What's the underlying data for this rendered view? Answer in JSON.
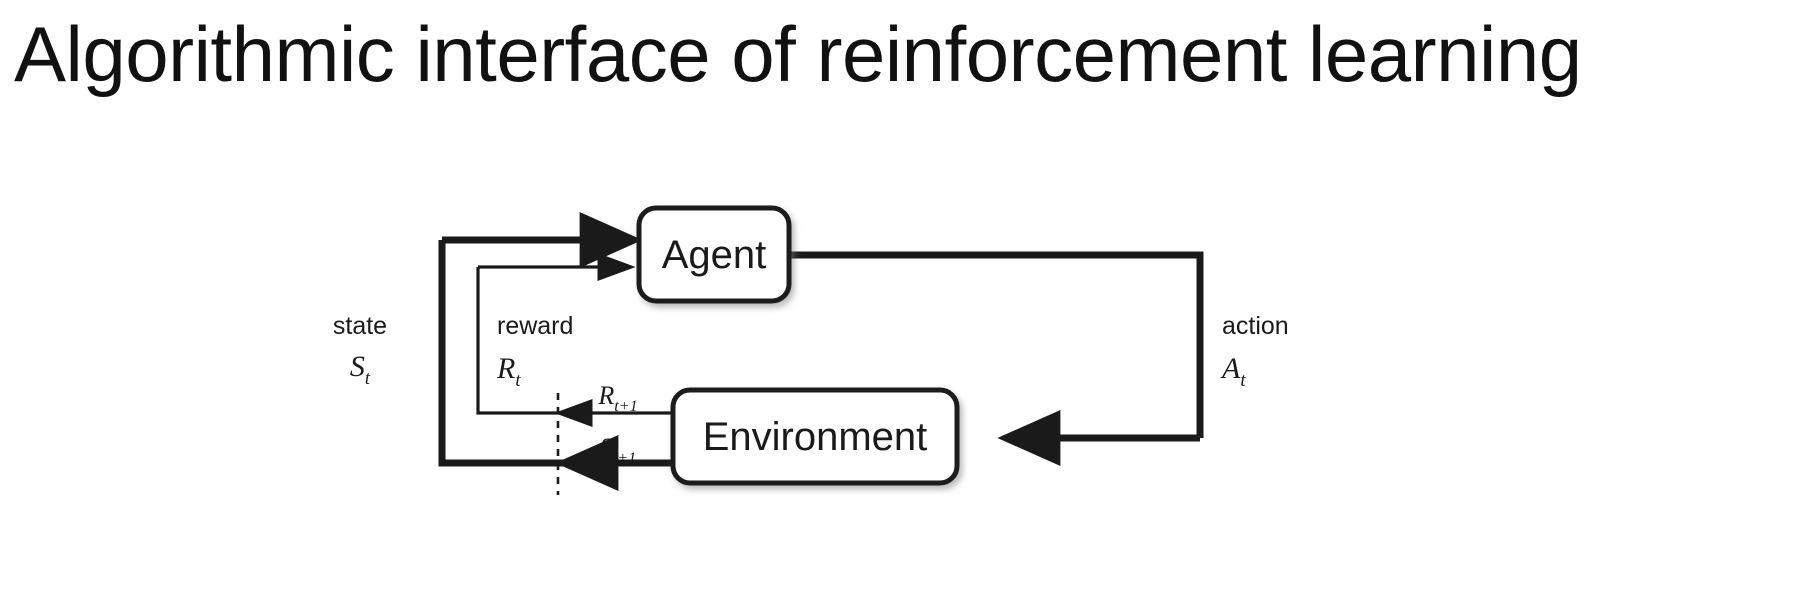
{
  "slide": {
    "title": "Algorithmic interface of reinforcement learning",
    "background_color": "#ffffff",
    "ink_color": "#1a1a1a"
  },
  "diagram": {
    "type": "agent-environment-interaction-loop",
    "nodes": [
      {
        "id": "agent",
        "label": "Agent"
      },
      {
        "id": "environment",
        "label": "Environment"
      }
    ],
    "edges": [
      {
        "id": "state-to-agent",
        "from": "environment",
        "to": "agent",
        "name": "state",
        "symbol_base": "S",
        "symbol_sub": "t",
        "stroke": "thick"
      },
      {
        "id": "reward-to-agent",
        "from": "environment",
        "to": "agent",
        "name": "reward",
        "symbol_base": "R",
        "symbol_sub": "t",
        "stroke": "thin"
      },
      {
        "id": "action-to-environment",
        "from": "agent",
        "to": "environment",
        "name": "action",
        "symbol_base": "A",
        "symbol_sub": "t",
        "stroke": "thick"
      },
      {
        "id": "next-reward",
        "from": "environment",
        "to": "time-boundary",
        "name": "",
        "symbol_base": "R",
        "symbol_sub": "t+1",
        "stroke": "thin"
      },
      {
        "id": "next-state",
        "from": "environment",
        "to": "time-boundary",
        "name": "",
        "symbol_base": "S",
        "symbol_sub": "t+1",
        "stroke": "thick"
      }
    ],
    "time_boundary": {
      "id": "time-step-divider",
      "style": "dashed-vertical-line"
    }
  }
}
